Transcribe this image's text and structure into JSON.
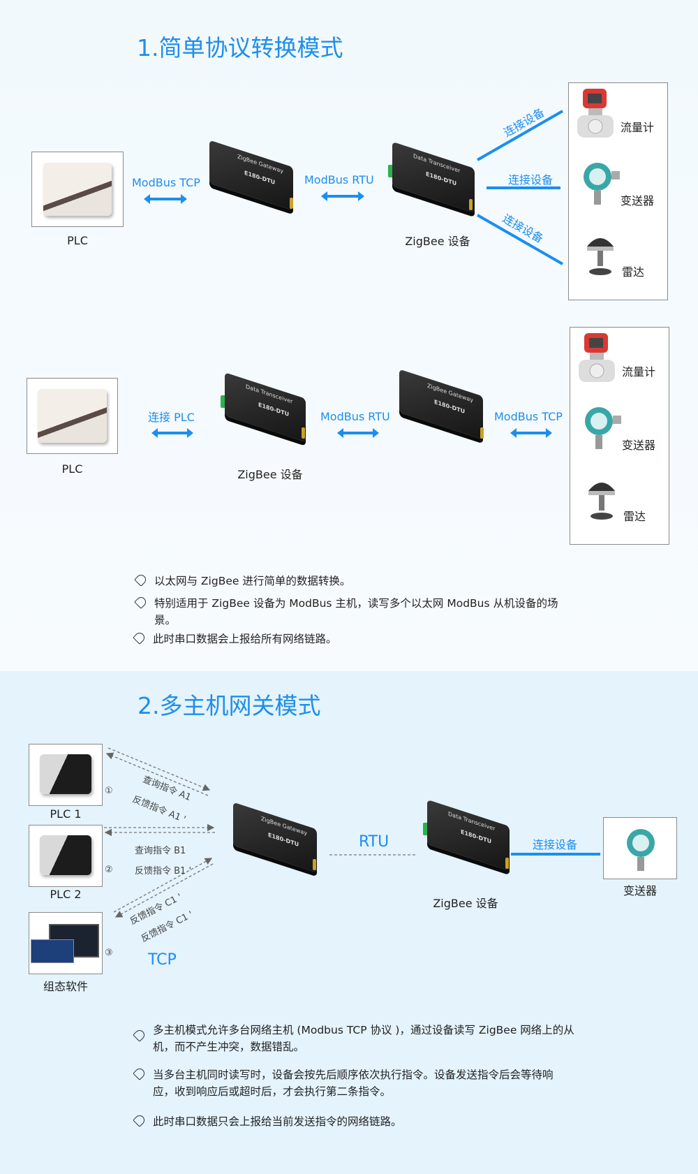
{
  "section1": {
    "title": "1.简单协议转换模式",
    "row1": {
      "plc_label": "PLC",
      "modbus_tcp": "ModBus  TCP",
      "gateway_text": "ZigBee Gateway",
      "gateway_model": "E180-DTU",
      "modbus_rtu": "ModBus  RTU",
      "zigbee_text": "Data Transceiver",
      "zigbee_model": "E180-DTU",
      "zigbee_label": "ZigBee 设备",
      "connect": [
        "连接设备",
        "连接设备",
        "连接设备"
      ],
      "sensors": [
        "流量计",
        "变送器",
        "雷达"
      ]
    },
    "row2": {
      "plc_label": "PLC",
      "connect_plc": "连接 PLC",
      "zigbee_label": "ZigBee 设备",
      "modbus_rtu": "ModBus  RTU",
      "modbus_tcp": "ModBus  TCP",
      "sensors": [
        "流量计",
        "变送器",
        "雷达"
      ]
    },
    "bullets": [
      "以太网与 ZigBee 进行简单的数据转换。",
      "特别适用于 ZigBee 设备为 ModBus 主机，读写多个以太网 ModBus 从机设备的场景。",
      "此时串口数据会上报给所有网络链路。"
    ]
  },
  "section2": {
    "title": "2.多主机网关模式",
    "hosts": [
      "PLC 1",
      "PLC 2",
      "组态软件"
    ],
    "cmds": {
      "a_query": "查询指令 A1",
      "a_resp": "反馈指令 A1 '",
      "b_query": "查询指令 B1",
      "b_resp": "反馈指令 B1 '",
      "c1": "反馈指令 C1 '",
      "c2": "反馈指令 C1 '"
    },
    "nums": [
      "①",
      "②",
      "③"
    ],
    "tcp": "TCP",
    "rtu": "RTU",
    "connect": "连接设备",
    "zigbee_label": "ZigBee 设备",
    "sensor": "变送器",
    "bullets": [
      "多主机模式允许多台网络主机 (Modbus TCP 协议 )，通过设备读写 ZigBee 网络上的从机，而不产生冲突，数据错乱。",
      "当多台主机同时读写时，设备会按先后顺序依次执行指令。设备发送指令后会等待响应，收到响应后或超时后，才会执行第二条指令。",
      "此时串口数据只会上报给当前发送指令的网络链路。"
    ]
  },
  "colors": {
    "accent": "#1b8ef0",
    "title": "#1f8fe8"
  }
}
